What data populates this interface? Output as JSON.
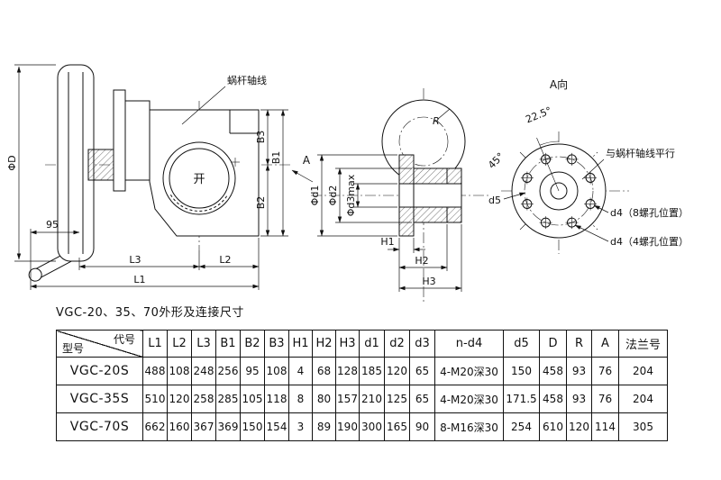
{
  "caption": "VGC-20、35、70外形及连接尺寸",
  "drawing": {
    "labels": {
      "phi_D": "ΦD",
      "dim95": "95",
      "L1": "L1",
      "L2": "L2",
      "L3": "L3",
      "B1": "B1",
      "B2": "B2",
      "B3": "B3",
      "worm_axis": "蜗杆轴线",
      "sight_mark": "开",
      "view_arrow": "A",
      "phi_d1": "Φd1",
      "phi_d2": "Φd2",
      "phi_d3max": "Φd3max",
      "H1": "H1",
      "H2": "H2",
      "H3": "H3",
      "radius_mark": "R",
      "view_a": "A向",
      "angle_22_5": "22.5°",
      "angle_45": "45°",
      "d5": "d5",
      "parallel_note": "与蜗杆轴线平行",
      "d4_8holes": "d4（8螺孔位置）",
      "d4_4holes": "d4（4螺孔位置）"
    }
  },
  "table": {
    "corner": {
      "top": "代号",
      "bottom": "型号"
    },
    "columns": [
      "L1",
      "L2",
      "L3",
      "B1",
      "B2",
      "B3",
      "H1",
      "H2",
      "H3",
      "d1",
      "d2",
      "d3",
      "n-d4",
      "d5",
      "D",
      "R",
      "A",
      "法兰号"
    ],
    "rows": [
      {
        "model": "VGC-20S",
        "values": [
          "488",
          "108",
          "248",
          "256",
          "95",
          "108",
          "4",
          "68",
          "128",
          "185",
          "120",
          "65",
          "4-M20深30",
          "150",
          "458",
          "93",
          "76",
          "204"
        ]
      },
      {
        "model": "VGC-35S",
        "values": [
          "510",
          "120",
          "258",
          "285",
          "105",
          "118",
          "8",
          "80",
          "157",
          "210",
          "125",
          "65",
          "4-M20深30",
          "171.5",
          "458",
          "93",
          "76",
          "204"
        ]
      },
      {
        "model": "VGC-70S",
        "values": [
          "662",
          "160",
          "367",
          "369",
          "150",
          "154",
          "3",
          "89",
          "190",
          "300",
          "165",
          "90",
          "8-M16深30",
          "254",
          "610",
          "120",
          "114",
          "305"
        ]
      }
    ]
  }
}
